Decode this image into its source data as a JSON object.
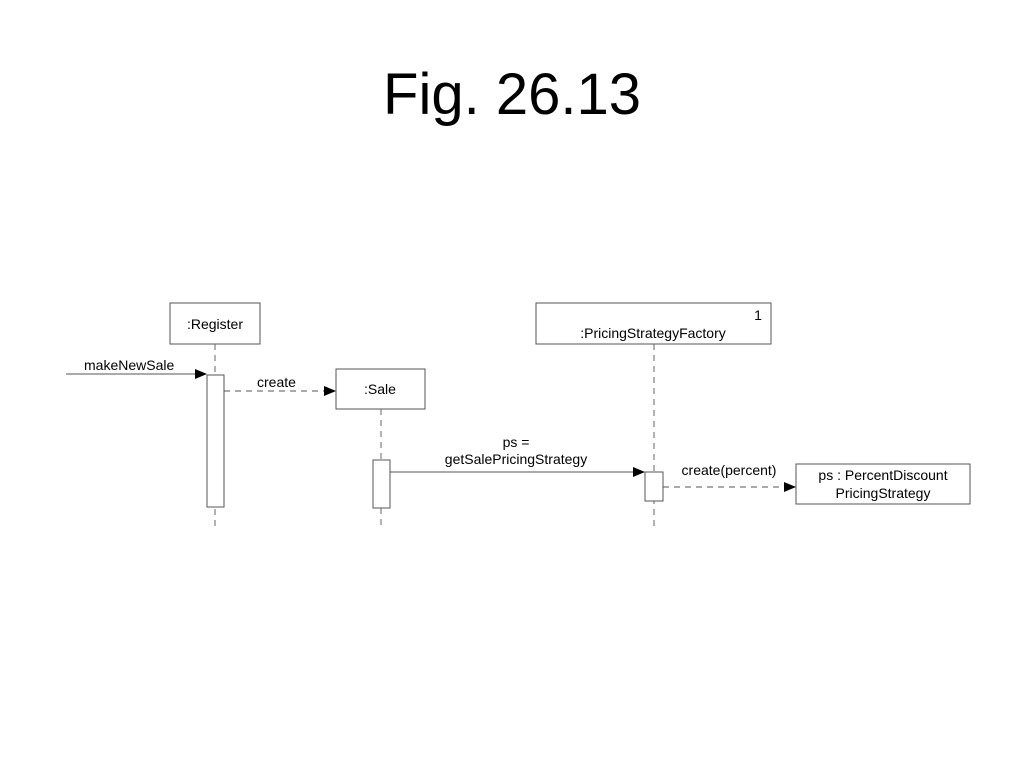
{
  "slide": {
    "title": "Fig. 26.13"
  },
  "diagram": {
    "lifelines": {
      "register": ":Register",
      "sale": ":Sale",
      "factory": ":PricingStrategyFactory",
      "factory_multiplicity": "1",
      "strategy_line1": "ps : PercentDiscount",
      "strategy_line2": "PricingStrategy"
    },
    "messages": {
      "make_new_sale": "makeNewSale",
      "create_sale": "create",
      "get_strategy_line1": "ps =",
      "get_strategy_line2": "getSalePricingStrategy",
      "create_strategy": "create(percent)"
    }
  }
}
